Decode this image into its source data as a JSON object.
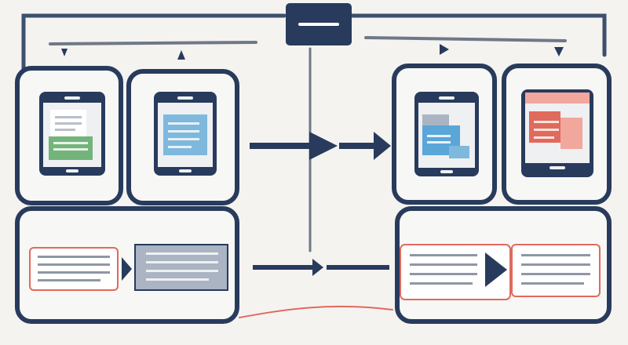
{
  "colors": {
    "navy": "#283b5c",
    "navy_light": "#3d4f6e",
    "gray_line": "#6f7887",
    "panel_bg": "#f7f7f5",
    "screen_bg": "#eef0f2",
    "green": "#73b47a",
    "blue": "#7fb8dd",
    "blue_strong": "#5aa6d8",
    "red": "#e06a5c",
    "red_light": "#f2a79c",
    "slate": "#aab4c3"
  },
  "icons": {
    "hub": "minus-box-icon",
    "arrow": "arrow-right-icon",
    "pointer": "triangle-pointer-icon"
  },
  "left_group": {
    "devices": [
      {
        "name": "tablet-device-green",
        "accent": "green"
      },
      {
        "name": "tablet-device-blue",
        "accent": "blue"
      }
    ],
    "documents": [
      {
        "name": "document-card-outlined-red"
      },
      {
        "name": "document-card-gray"
      }
    ]
  },
  "right_group": {
    "devices": [
      {
        "name": "tablet-device-blue-chart",
        "accent": "blue_strong"
      },
      {
        "name": "tablet-device-red-chart",
        "accent": "red"
      }
    ],
    "documents": [
      {
        "name": "document-card-outlined-red-right"
      },
      {
        "name": "document-card-plain-right"
      }
    ]
  }
}
